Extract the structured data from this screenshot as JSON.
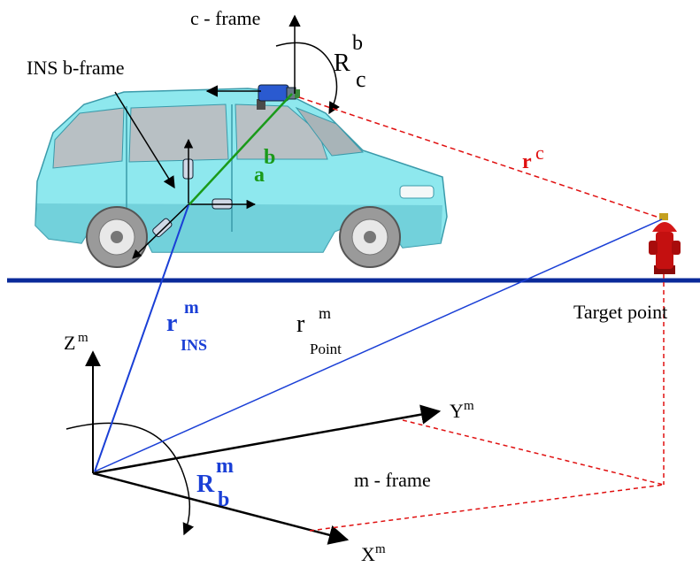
{
  "labels": {
    "c_frame": "c - frame",
    "ins_b_frame": "INS b-frame",
    "target_point": "Target point",
    "m_frame": "m - frame",
    "r_c_base": "R",
    "r_c_sup": "b",
    "r_c_sub": "c",
    "vec_b": "b",
    "vec_a": "a",
    "vec_rc_base": "r",
    "vec_rc_sup": "c",
    "r_ins_base": "r",
    "r_ins_sup": "m",
    "r_ins_sub": "INS",
    "r_point_base": "r",
    "r_point_sup": "m",
    "r_point_sub": "Point",
    "z_axis_base": "Z",
    "z_axis_sup": "m",
    "y_axis_base": "Y",
    "y_axis_sup": "m",
    "x_axis_base": "X",
    "x_axis_sup": "m",
    "r_b_base": "R",
    "r_b_sup": "m",
    "r_b_sub": "b"
  },
  "colors": {
    "black": "#000000",
    "blue": "#1a3fd6",
    "green": "#1a9a1a",
    "red": "#e01010",
    "ground": "#0a2a9a",
    "car_body": "#8ee8ee",
    "car_dark": "#5ab8c8",
    "car_window": "#b8c0c4",
    "hydrant": "#c41010"
  }
}
